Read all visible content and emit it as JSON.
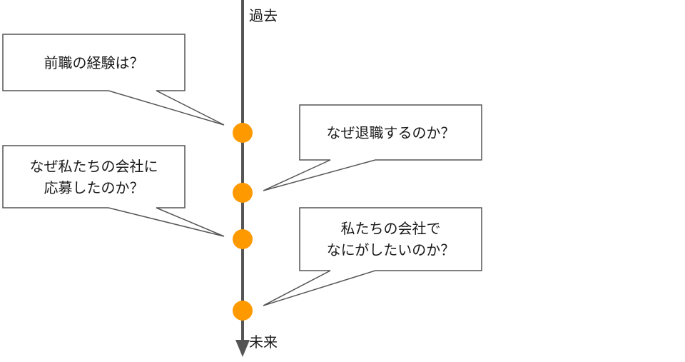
{
  "timeline": {
    "top_label": "過去",
    "bottom_label": "未来",
    "line_color": "#555555",
    "dot_color": "#ff9900"
  },
  "bubbles": [
    {
      "lines": [
        "前職の経験は？"
      ]
    },
    {
      "lines": [
        "なぜ退職するのか？"
      ]
    },
    {
      "lines": [
        "なぜ私たちの会社に",
        "応募したのか？"
      ]
    },
    {
      "lines": [
        "私たちの会社で",
        "なにがしたいのか？"
      ]
    }
  ]
}
